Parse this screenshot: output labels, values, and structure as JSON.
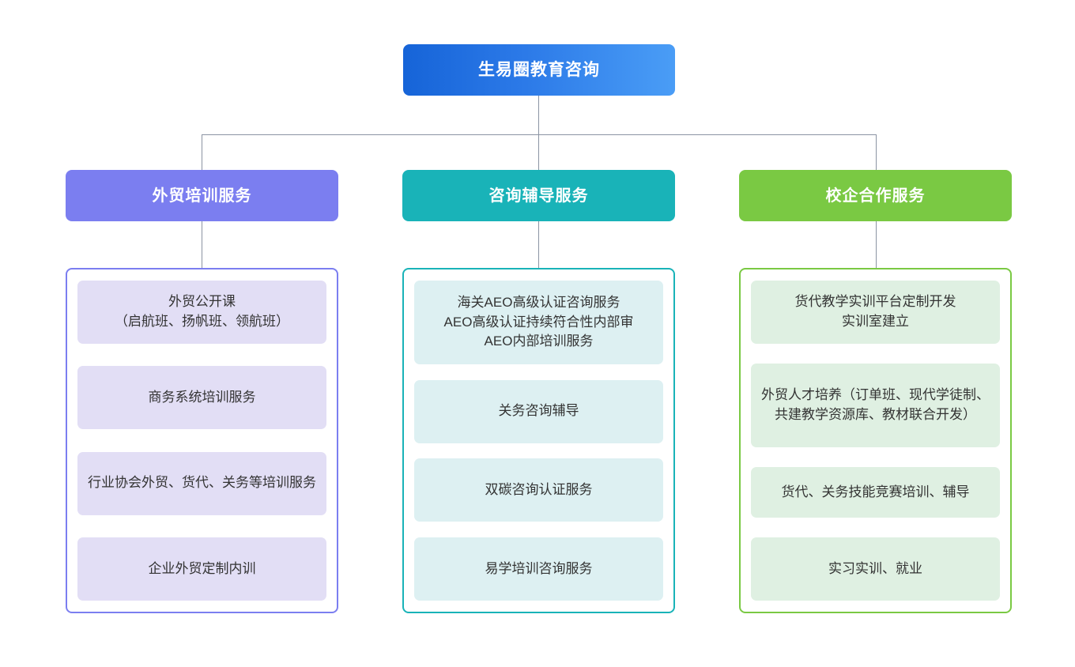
{
  "diagram": {
    "type": "org-chart",
    "orientation": "top-down",
    "connector_color": "#8b94a3",
    "background": "#ffffff",
    "root": {
      "label": "生易圈教育咨询",
      "gradient_from": "#1664d8",
      "gradient_to": "#4a9df6",
      "text_color": "#ffffff"
    },
    "branches": [
      {
        "id": "branch-training",
        "header": "外贸培训服务",
        "accent": "#7b7ef0",
        "card_fill": "#e2deF5",
        "items": [
          "外贸公开课\n（启航班、扬帆班、领航班）",
          "商务系统培训服务",
          "行业协会外贸、货代、关务等培训服务",
          "企业外贸定制内训"
        ]
      },
      {
        "id": "branch-consulting",
        "header": "咨询辅导服务",
        "accent": "#19b3b8",
        "card_fill": "#ddf0f2",
        "items": [
          "海关AEO高级认证咨询服务\nAEO高级认证持续符合性内部审\nAEO内部培训服务",
          "关务咨询辅导",
          "双碳咨询认证服务",
          "易学培训咨询服务"
        ]
      },
      {
        "id": "branch-school-enterprise",
        "header": "校企合作服务",
        "accent": "#7ac943",
        "card_fill": "#dff0e2",
        "items": [
          "货代教学实训平台定制开发\n实训室建立",
          "外贸人才培养（订单班、现代学徒制、共建教学资源库、教材联合开发）",
          "货代、关务技能竞赛培训、辅导",
          "实习实训、就业"
        ]
      }
    ]
  }
}
